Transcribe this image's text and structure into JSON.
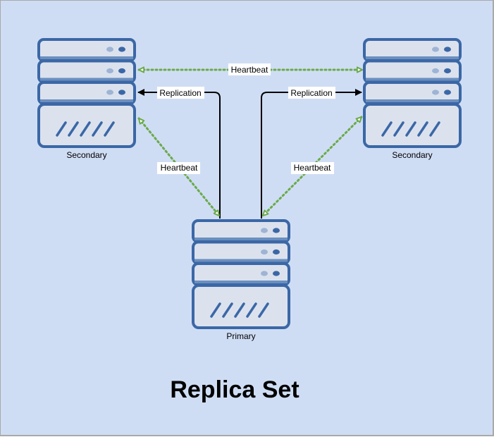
{
  "diagram": {
    "title": "Replica Set",
    "colors": {
      "background": "#cfddf4",
      "server_outline": "#3b67a6",
      "server_fill": "#dbe2ee",
      "server_separator": "#6b8fbe",
      "led_light": "#9db4d5",
      "led_dark": "#3b67a6",
      "heartbeat": "#6aaa4a",
      "replication": "#000000"
    },
    "nodes": [
      {
        "id": "secondary-left",
        "label": "Secondary",
        "type": "server-icon"
      },
      {
        "id": "secondary-right",
        "label": "Secondary",
        "type": "server-icon"
      },
      {
        "id": "primary",
        "label": "Primary",
        "type": "server-icon"
      }
    ],
    "edges": [
      {
        "id": "heartbeat-top",
        "from": "secondary-left",
        "to": "secondary-right",
        "label": "Heartbeat",
        "style": "dotted",
        "arrows": "both"
      },
      {
        "id": "replication-left",
        "from": "primary",
        "to": "secondary-left",
        "label": "Replication",
        "style": "solid",
        "arrows": "end"
      },
      {
        "id": "replication-right",
        "from": "primary",
        "to": "secondary-right",
        "label": "Replication",
        "style": "solid",
        "arrows": "end"
      },
      {
        "id": "heartbeat-left",
        "from": "secondary-left",
        "to": "primary",
        "label": "Heartbeat",
        "style": "dotted",
        "arrows": "both"
      },
      {
        "id": "heartbeat-right",
        "from": "secondary-right",
        "to": "primary",
        "label": "Heartbeat",
        "style": "dotted",
        "arrows": "both"
      }
    ]
  }
}
